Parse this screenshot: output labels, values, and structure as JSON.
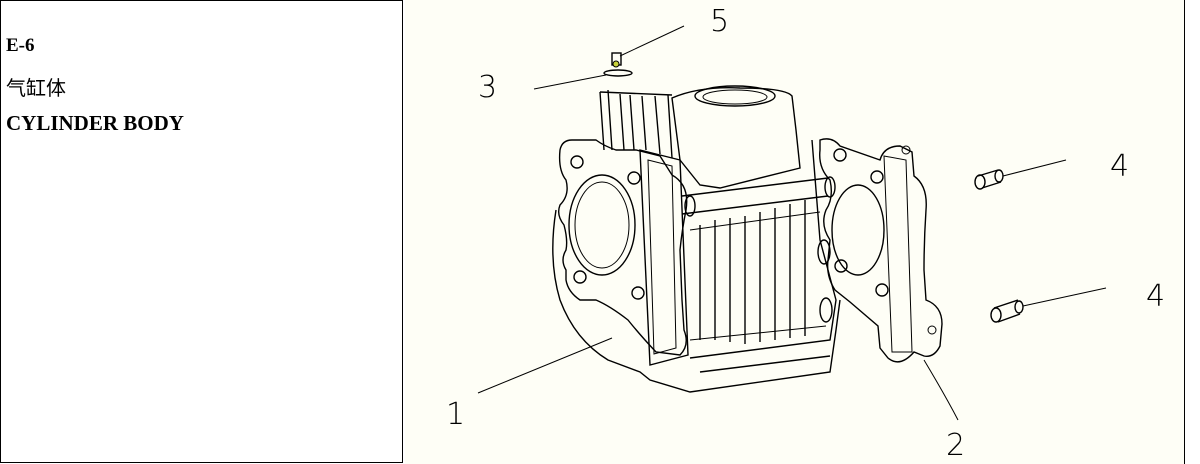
{
  "header": {
    "code": "E-6",
    "title_cn": "气缸体",
    "title_en": "CYLINDER BODY"
  },
  "diagram": {
    "callouts": [
      {
        "id": "c5",
        "label": "5"
      },
      {
        "id": "c3",
        "label": "3"
      },
      {
        "id": "c4a",
        "label": "4"
      },
      {
        "id": "c4b",
        "label": "4"
      },
      {
        "id": "c1",
        "label": "1"
      },
      {
        "id": "c2",
        "label": "2"
      }
    ]
  }
}
